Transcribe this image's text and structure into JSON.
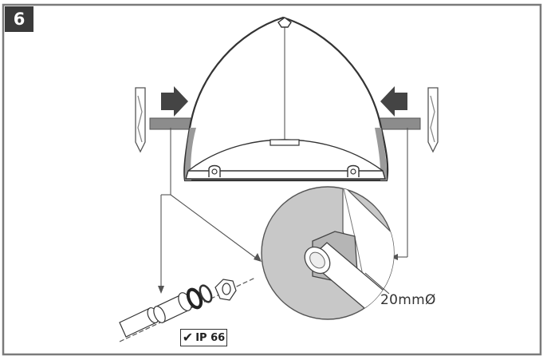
{
  "step": {
    "number": "6"
  },
  "detail": {
    "diameter_label": "20mmØ"
  },
  "badge": {
    "check_icon": "✔",
    "rating": "IP 66"
  },
  "colors": {
    "frame": "#7a7a7a",
    "outline": "#333333",
    "bracket": "#8c8c8c",
    "arrow": "#444444",
    "magnifier_fill": "#c8c8c8",
    "step_badge": "#3a3a3a"
  },
  "icons": [
    "drill-bit-icon",
    "push-arrow-icon",
    "check-icon",
    "gland-nut-icon",
    "o-ring-icon",
    "conduit-pipe-icon"
  ]
}
